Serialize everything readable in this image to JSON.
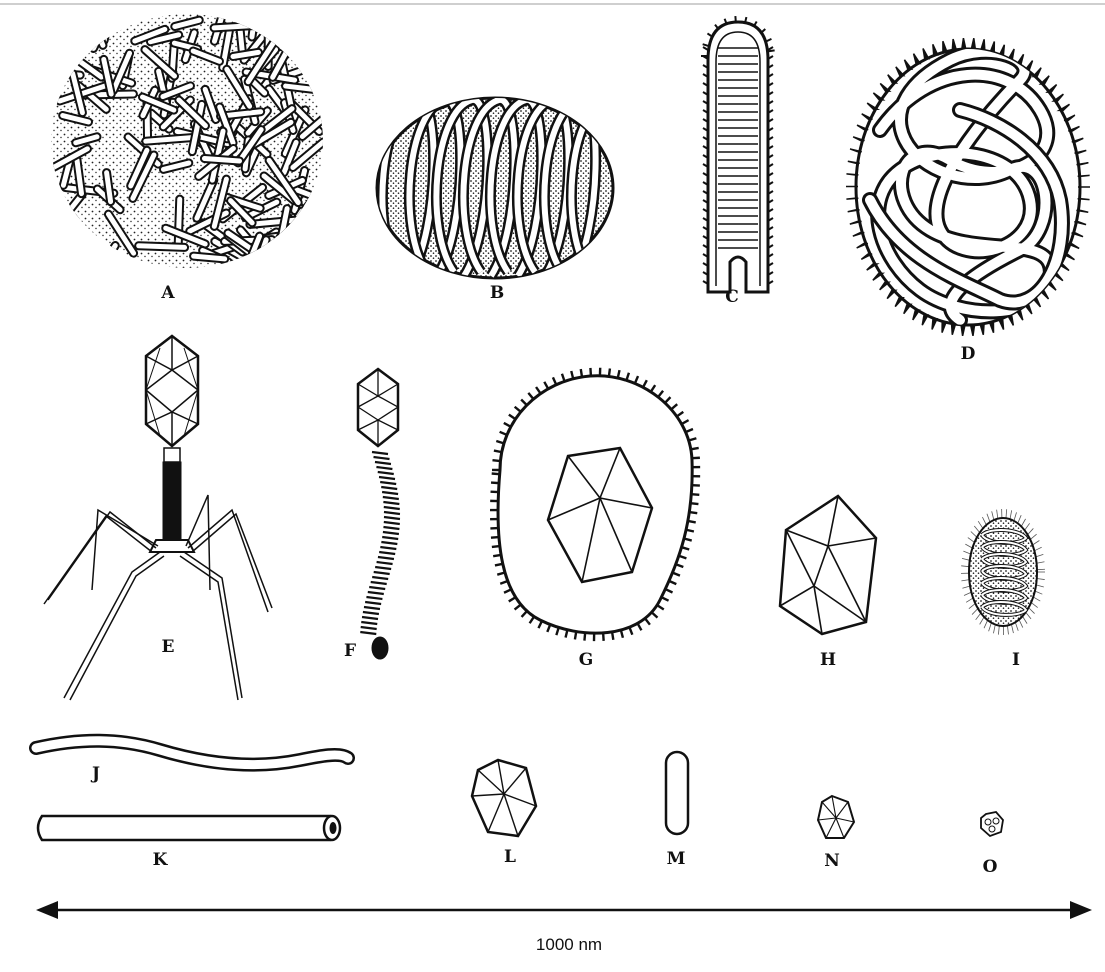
{
  "labels": {
    "A": "A",
    "B": "B",
    "C": "C",
    "D": "D",
    "E": "E",
    "F": "F",
    "G": "G",
    "H": "H",
    "I": "I",
    "J": "J",
    "K": "K",
    "L": "L",
    "M": "M",
    "N": "N",
    "O": "O"
  },
  "scale_bar": {
    "label": "1000 nm"
  },
  "colors": {
    "ink": "#111111",
    "paper": "#ffffff",
    "stipple": "#2a2a2a"
  }
}
